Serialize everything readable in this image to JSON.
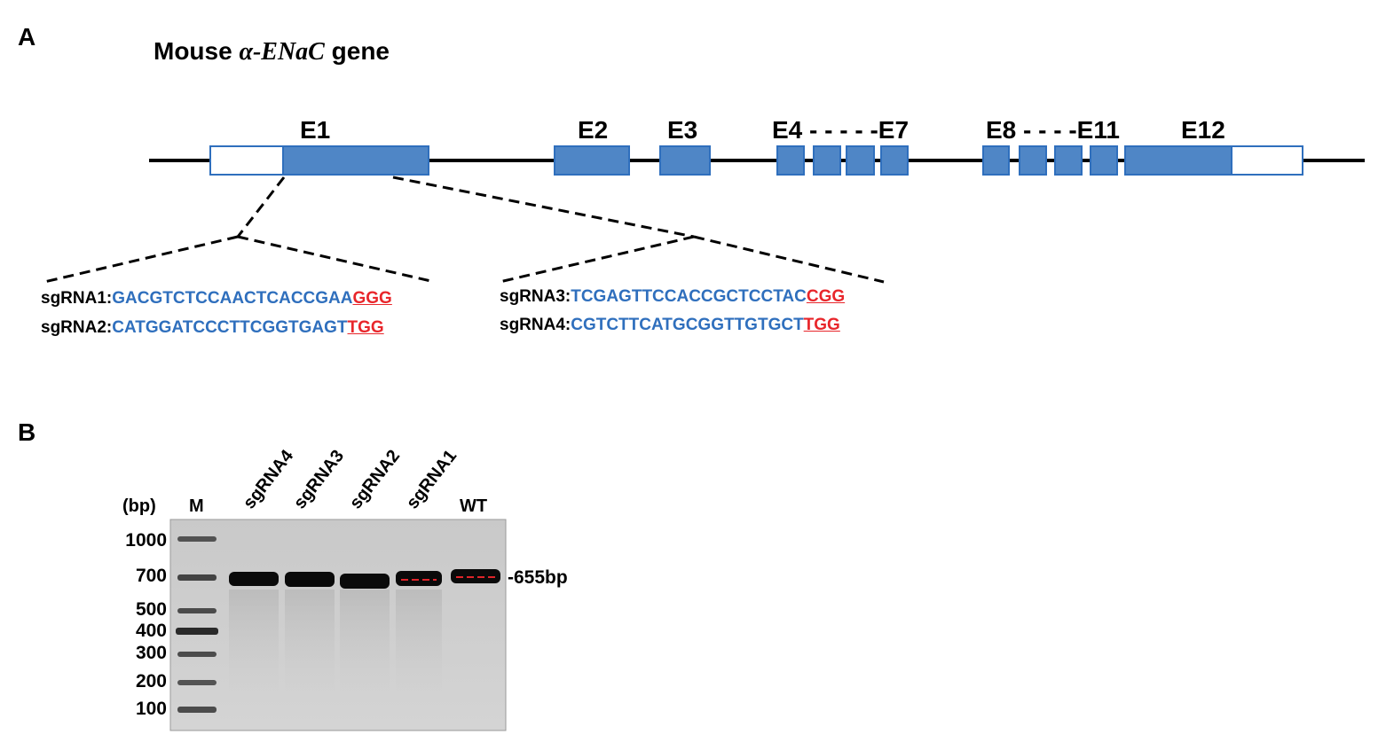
{
  "panel_a": {
    "label": "A",
    "title_prefix": "Mouse ",
    "title_gene": "α-ENaC",
    "title_suffix": " gene",
    "exon_labels": {
      "e1": "E1",
      "e2": "E2",
      "e3": "E3",
      "e4_e7": "E4 - - - - -E7",
      "e8_e11": "E8 - - - -E11",
      "e12": "E12"
    },
    "sgrnas": [
      {
        "name": "sgRNA1:",
        "seq": "GACGTCTCCAACTCACCGAA",
        "pam": "GGG"
      },
      {
        "name": "sgRNA2:",
        "seq": "CATGGATCCCTTCGGTGAGT",
        "pam": "TGG"
      },
      {
        "name": "sgRNA3:",
        "seq": "TCGAGTTCCACCGCTCCTAC",
        "pam": "CGG"
      },
      {
        "name": "sgRNA4:",
        "seq": "CGTCTTCATGCGGTTGTGCT",
        "pam": "TGG"
      }
    ],
    "colors": {
      "exon": "#4f86c6",
      "exon_border": "#2f6fbd",
      "sequence": "#2f6fbd",
      "pam": "#e8262b"
    }
  },
  "panel_b": {
    "label": "B",
    "unit_label": "(bp)",
    "marker_lane_label": "M",
    "lane_labels": [
      "sgRNA4",
      "sgRNA3",
      "sgRNA2",
      "sgRNA1",
      "WT"
    ],
    "marker_sizes": [
      "1000",
      "700",
      "500",
      "400",
      "300",
      "200",
      "100"
    ],
    "band_label": "-655bp"
  }
}
